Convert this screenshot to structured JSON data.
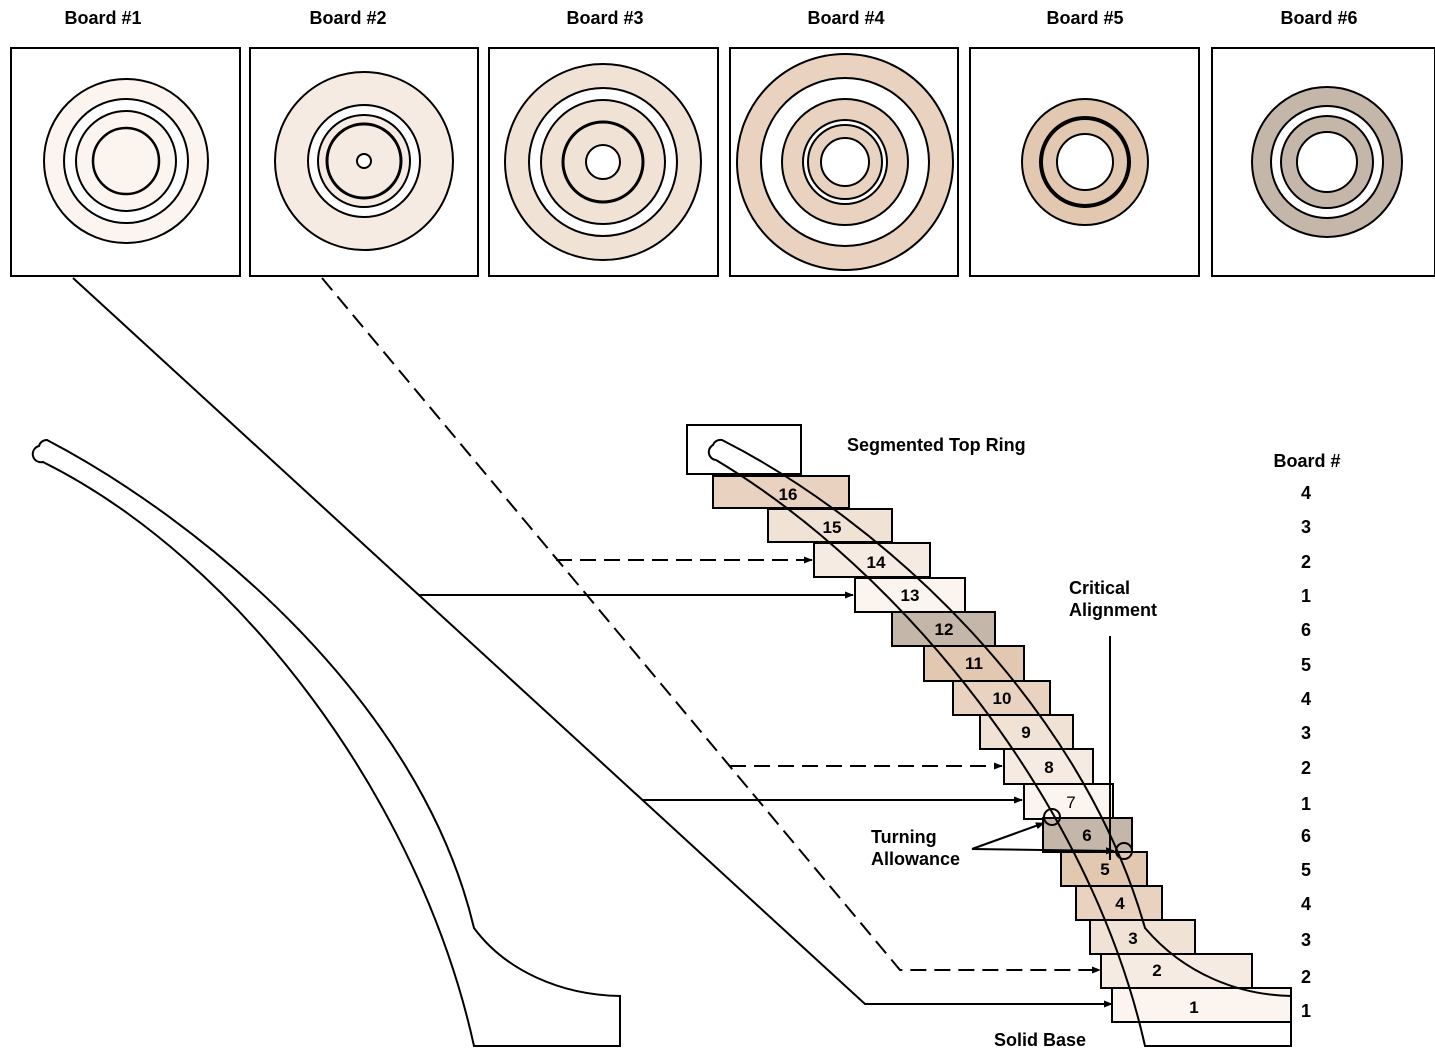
{
  "boards": [
    {
      "title": "Board #1",
      "color": "#fbf4ef"
    },
    {
      "title": "Board #2",
      "color": "#f6ebe3"
    },
    {
      "title": "Board #3",
      "color": "#f1e2d6"
    },
    {
      "title": "Board #4",
      "color": "#e9d3c0"
    },
    {
      "title": "Board #5",
      "color": "#e3c8b1"
    },
    {
      "title": "Board #6",
      "color": "#c5b6aa"
    }
  ],
  "labels": {
    "segmented_top_ring": "Segmented Top Ring",
    "board_header": "Board #",
    "critical_line1": "Critical",
    "critical_line2": "Alignment",
    "turning_line1": "Turning",
    "turning_line2": "Allowance",
    "solid_base": "Solid Base"
  },
  "rings": [
    {
      "num": "16",
      "board": "4"
    },
    {
      "num": "15",
      "board": "3"
    },
    {
      "num": "14",
      "board": "2"
    },
    {
      "num": "13",
      "board": "1"
    },
    {
      "num": "12",
      "board": "6"
    },
    {
      "num": "11",
      "board": "5"
    },
    {
      "num": "10",
      "board": "4"
    },
    {
      "num": "9",
      "board": "3"
    },
    {
      "num": "8",
      "board": "2"
    },
    {
      "num": "7",
      "board": "1"
    },
    {
      "num": "6",
      "board": "6"
    },
    {
      "num": "5",
      "board": "5"
    },
    {
      "num": "4",
      "board": "4"
    },
    {
      "num": "3",
      "board": "3"
    },
    {
      "num": "2",
      "board": "2"
    },
    {
      "num": "1",
      "board": "1"
    }
  ]
}
